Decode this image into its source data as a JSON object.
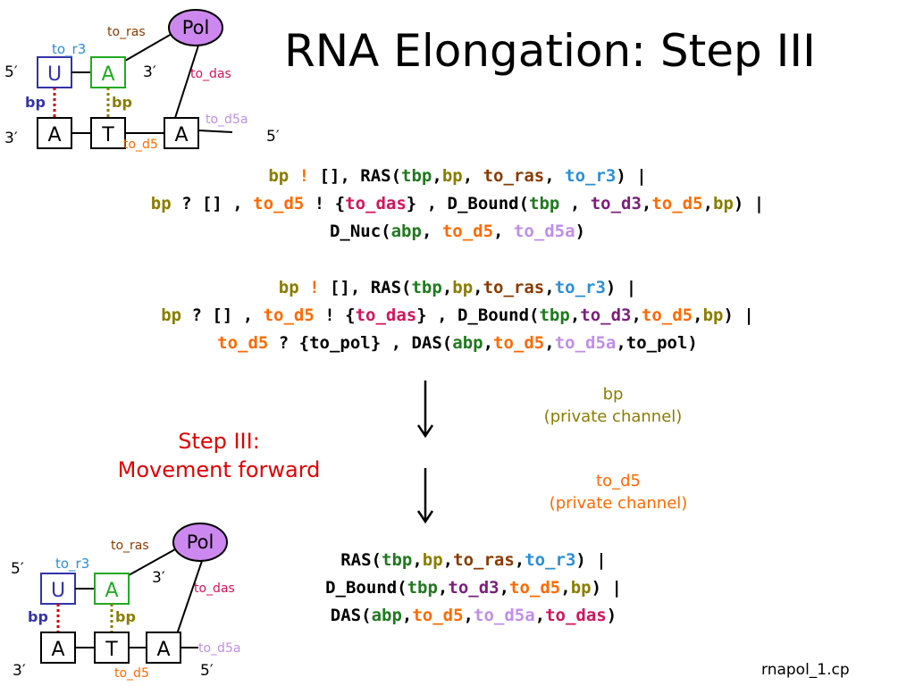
{
  "title": "RNA Elongation: Step III",
  "diagram_top": {
    "pol": "Pol",
    "rna": [
      "U",
      "A"
    ],
    "dna": [
      "A",
      "T",
      "A"
    ],
    "labels": {
      "to_ras": "to_ras",
      "to_r3": "to_r3",
      "to_das": "to_das",
      "to_d5a": "to_d5a",
      "to_d5": "to_d5",
      "bp_left": "bp",
      "bp_right": "bp",
      "five_prime_top": "5′",
      "three_prime_top": "3′",
      "three_prime_bottom": "3′",
      "five_prime_bottom": "5′"
    }
  },
  "code_block_1": {
    "line1": [
      {
        "t": "bp",
        "c": "olive"
      },
      {
        "t": " ! ",
        "c": "orange"
      },
      {
        "t": "[], RAS(",
        "c": "black"
      },
      {
        "t": "tbp",
        "c": "green"
      },
      {
        "t": ",",
        "c": "black"
      },
      {
        "t": "bp",
        "c": "olive"
      },
      {
        "t": ", ",
        "c": "black"
      },
      {
        "t": "to_ras",
        "c": "brown"
      },
      {
        "t": ", ",
        "c": "black"
      },
      {
        "t": "to_r3",
        "c": "blue"
      },
      {
        "t": ") |",
        "c": "black"
      }
    ],
    "line2": [
      {
        "t": "bp",
        "c": "olive"
      },
      {
        "t": " ? [] , ",
        "c": "black"
      },
      {
        "t": "to_d5",
        "c": "orange"
      },
      {
        "t": " ! {",
        "c": "black"
      },
      {
        "t": "to_das",
        "c": "pink"
      },
      {
        "t": "} , D_Bound(",
        "c": "black"
      },
      {
        "t": "tbp",
        "c": "green"
      },
      {
        "t": " , ",
        "c": "black"
      },
      {
        "t": "to_d3",
        "c": "purple"
      },
      {
        "t": ",",
        "c": "black"
      },
      {
        "t": "to_d5",
        "c": "orange"
      },
      {
        "t": ",",
        "c": "black"
      },
      {
        "t": "bp",
        "c": "olive"
      },
      {
        "t": ") |",
        "c": "black"
      }
    ],
    "line3": [
      {
        "t": "D_Nuc(",
        "c": "black"
      },
      {
        "t": "abp",
        "c": "green"
      },
      {
        "t": ", ",
        "c": "black"
      },
      {
        "t": "to_d5",
        "c": "orange"
      },
      {
        "t": ", ",
        "c": "black"
      },
      {
        "t": "to_d5a",
        "c": "lav"
      },
      {
        "t": ")",
        "c": "black"
      }
    ]
  },
  "code_block_2": {
    "line1": [
      {
        "t": "bp",
        "c": "olive"
      },
      {
        "t": " ! ",
        "c": "orange"
      },
      {
        "t": "[], RAS(",
        "c": "black"
      },
      {
        "t": "tbp",
        "c": "green"
      },
      {
        "t": ",",
        "c": "black"
      },
      {
        "t": "bp",
        "c": "olive"
      },
      {
        "t": ",",
        "c": "black"
      },
      {
        "t": "to_ras",
        "c": "brown"
      },
      {
        "t": ",",
        "c": "black"
      },
      {
        "t": "to_r3",
        "c": "blue"
      },
      {
        "t": ") |",
        "c": "black"
      }
    ],
    "line2": [
      {
        "t": "bp",
        "c": "olive"
      },
      {
        "t": " ? [] , ",
        "c": "black"
      },
      {
        "t": "to_d5",
        "c": "orange"
      },
      {
        "t": " ! {",
        "c": "black"
      },
      {
        "t": "to_das",
        "c": "pink"
      },
      {
        "t": "} , D_Bound(",
        "c": "black"
      },
      {
        "t": "tbp",
        "c": "green"
      },
      {
        "t": ",",
        "c": "black"
      },
      {
        "t": "to_d3",
        "c": "purple"
      },
      {
        "t": ",",
        "c": "black"
      },
      {
        "t": "to_d5",
        "c": "orange"
      },
      {
        "t": ",",
        "c": "black"
      },
      {
        "t": "bp",
        "c": "olive"
      },
      {
        "t": ") |",
        "c": "black"
      }
    ],
    "line3": [
      {
        "t": "to_d5",
        "c": "orange"
      },
      {
        "t": " ? {to_pol} , DAS(",
        "c": "black"
      },
      {
        "t": "abp",
        "c": "green"
      },
      {
        "t": ",",
        "c": "black"
      },
      {
        "t": "to_d5",
        "c": "orange"
      },
      {
        "t": ",",
        "c": "black"
      },
      {
        "t": "to_d5a",
        "c": "lav"
      },
      {
        "t": ",to_pol)",
        "c": "black"
      }
    ]
  },
  "note_bp": {
    "line1": "bp",
    "line2": "(private channel)"
  },
  "note_to_d5": {
    "line1": "to_d5",
    "line2": "(private channel)"
  },
  "step": {
    "line1": "Step III:",
    "line2": "Movement forward"
  },
  "code_block_3": {
    "line1": [
      {
        "t": "RAS(",
        "c": "black"
      },
      {
        "t": "tbp",
        "c": "green"
      },
      {
        "t": ",",
        "c": "black"
      },
      {
        "t": "bp",
        "c": "olive"
      },
      {
        "t": ",",
        "c": "black"
      },
      {
        "t": "to_ras",
        "c": "brown"
      },
      {
        "t": ",",
        "c": "black"
      },
      {
        "t": "to_r3",
        "c": "blue"
      },
      {
        "t": ") |",
        "c": "black"
      }
    ],
    "line2": [
      {
        "t": "D_Bound(",
        "c": "black"
      },
      {
        "t": "tbp",
        "c": "green"
      },
      {
        "t": ",",
        "c": "black"
      },
      {
        "t": "to_d3",
        "c": "purple"
      },
      {
        "t": ",",
        "c": "black"
      },
      {
        "t": "to_d5",
        "c": "orange"
      },
      {
        "t": ",",
        "c": "black"
      },
      {
        "t": "bp",
        "c": "olive"
      },
      {
        "t": ") |",
        "c": "black"
      }
    ],
    "line3": [
      {
        "t": "DAS(",
        "c": "black"
      },
      {
        "t": "abp",
        "c": "green"
      },
      {
        "t": ",",
        "c": "black"
      },
      {
        "t": "to_d5",
        "c": "orange"
      },
      {
        "t": ",",
        "c": "black"
      },
      {
        "t": "to_d5a",
        "c": "lav"
      },
      {
        "t": ",",
        "c": "black"
      },
      {
        "t": "to_das",
        "c": "pink"
      },
      {
        "t": ")",
        "c": "black"
      }
    ]
  },
  "diagram_bottom": {
    "pol": "Pol",
    "rna": [
      "U",
      "A"
    ],
    "dna": [
      "A",
      "T",
      "A"
    ],
    "labels": {
      "to_ras": "to_ras",
      "to_r3": "to_r3",
      "to_das": "to_das",
      "to_d5a": "to_d5a",
      "to_d5": "to_d5",
      "bp_left": "bp",
      "bp_right": "bp",
      "five_prime_top": "5′",
      "three_prime_top": "3′",
      "three_prime_bottom": "3′",
      "five_prime_bottom": "5′"
    }
  },
  "footer": "rnapol_1.cp",
  "colors": {
    "olive": "#8a7d00",
    "green": "#1f7a1f",
    "brown": "#8b3a00",
    "blue": "#2b8fd6",
    "pink": "#d4145a",
    "purple": "#7a1f7a",
    "orange": "#ff6a00",
    "lavender": "#c08ee8",
    "pol_fill": "#cc88ee",
    "u_box": "#3333aa",
    "a_box": "#22aa22",
    "red": "#e00000"
  }
}
